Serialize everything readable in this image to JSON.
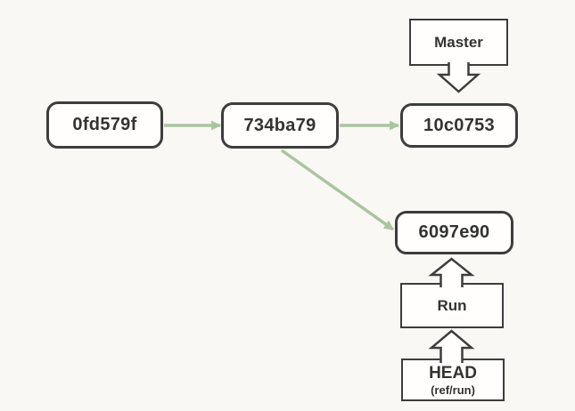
{
  "diagram": {
    "title_hint": "git commit graph",
    "background": "#faf8f5",
    "border_color": "#3d3d3d",
    "text_color": "#333333",
    "box_fill": "#fffefd",
    "edge_color": "#a9c5a0",
    "nodes": [
      {
        "label": "0fd579f"
      },
      {
        "label": "734ba79"
      },
      {
        "label": "10c0753"
      },
      {
        "label": "6097e90"
      }
    ],
    "tags": {
      "master": {
        "label": "Master"
      },
      "run": {
        "label": "Run"
      },
      "head": {
        "label": "HEAD",
        "sublabel": "(ref/run)"
      }
    },
    "edges": [
      {
        "from": "0fd579f",
        "to": "734ba79"
      },
      {
        "from": "734ba79",
        "to": "10c0753"
      },
      {
        "from": "734ba79",
        "to": "6097e90"
      }
    ],
    "pointers": [
      {
        "from": "Master",
        "to": "10c0753",
        "direction": "down"
      },
      {
        "from": "Run",
        "to": "6097e90",
        "direction": "up"
      },
      {
        "from": "HEAD (ref/run)",
        "to": "Run",
        "direction": "up"
      }
    ]
  }
}
